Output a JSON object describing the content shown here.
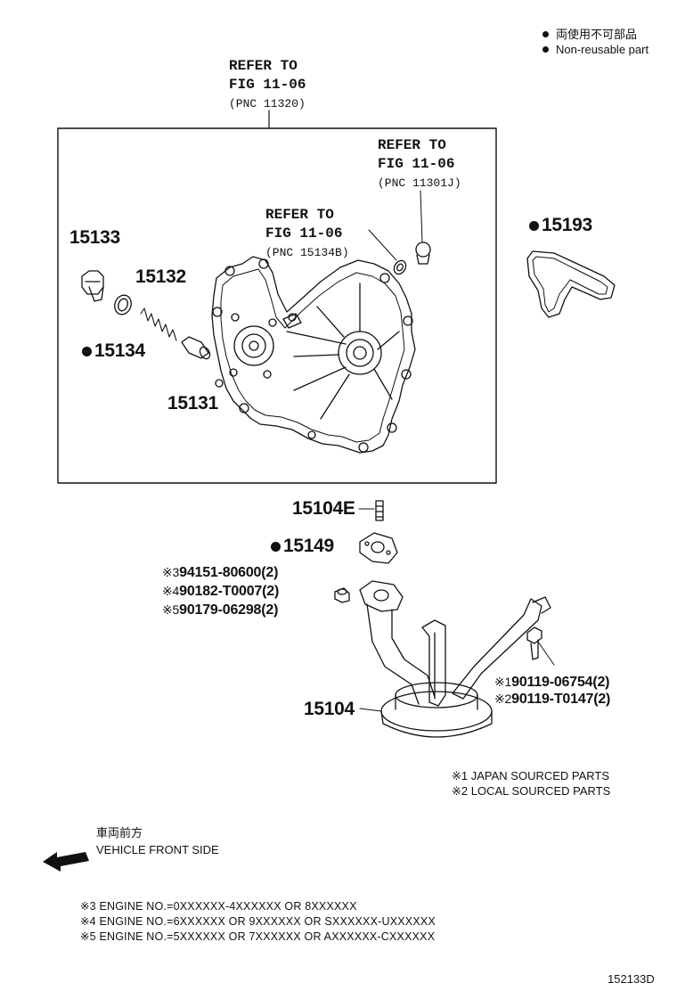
{
  "legend": {
    "line1": "両使用不可部品",
    "line2": "Non-reusable part"
  },
  "refer_top": {
    "line1": "REFER TO",
    "line2": "FIG 11-06",
    "line3": "(PNC 11320)"
  },
  "refer_right": {
    "line1": "REFER TO",
    "line2": "FIG 11-06",
    "line3": "(PNC 11301J)"
  },
  "refer_mid": {
    "line1": "REFER TO",
    "line2": "FIG 11-06",
    "line3": "(PNC 15134B)"
  },
  "parts": {
    "p15133": "15133",
    "p15132": "15132",
    "p15134": "15134",
    "p15131": "15131",
    "p15193": "15193",
    "p15104E": "15104E",
    "p15149": "15149",
    "p15104": "15104"
  },
  "alt_parts": {
    "a3_mark": "※3",
    "a3_text": "94151-80600(2)",
    "a4_mark": "※4",
    "a4_text": "90182-T0007(2)",
    "a5_mark": "※5",
    "a5_text": "90179-06298(2)",
    "a1_mark": "※1",
    "a1_text": "90119-06754(2)",
    "a2_mark": "※2",
    "a2_text": "90119-T0147(2)"
  },
  "source_notes": {
    "n1": "※1 JAPAN SOURCED PARTS",
    "n2": "※2 LOCAL SOURCED PARTS"
  },
  "vehicle": {
    "jp": "車両前方",
    "en": "VEHICLE FRONT SIDE"
  },
  "engine_notes": {
    "e3": "※3 ENGINE NO.=0XXXXXX-4XXXXXX OR 8XXXXXX",
    "e4": "※4 ENGINE NO.=6XXXXXX OR 9XXXXXX OR SXXXXXX-UXXXXXX",
    "e5": "※5 ENGINE NO.=5XXXXXX OR 7XXXXXX OR AXXXXXX-CXXXXXX"
  },
  "figure_id": "152133D"
}
